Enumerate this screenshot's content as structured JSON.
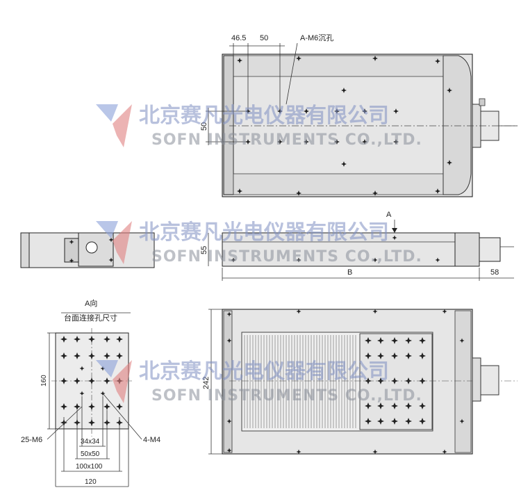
{
  "top_view": {
    "dim_46_5": "46.5",
    "dim_50_h": "50",
    "hole_callout": "A-M6沉孔",
    "dim_50_v": "50"
  },
  "side_view": {
    "label_A": "A",
    "dim_55": "55",
    "label_B": "B",
    "dim_58": "58"
  },
  "a_view": {
    "title": "A向",
    "subtitle": "台面连接孔尺寸",
    "dim_160": "160",
    "callout_25m6": "25-M6",
    "callout_4m4": "4-M4",
    "dim_34x34": "34x34",
    "dim_50x50": "50x50",
    "dim_100x100": "100x100",
    "dim_120": "120"
  },
  "bottom_view": {
    "dim_242": "242"
  },
  "watermark": {
    "company_cn": "北京赛凡光电仪器有限公司",
    "company_en": "SOFN INSTRUMENTS CO.,LTD.",
    "logo_colors": [
      "#8aa0d8",
      "#e08080"
    ]
  }
}
